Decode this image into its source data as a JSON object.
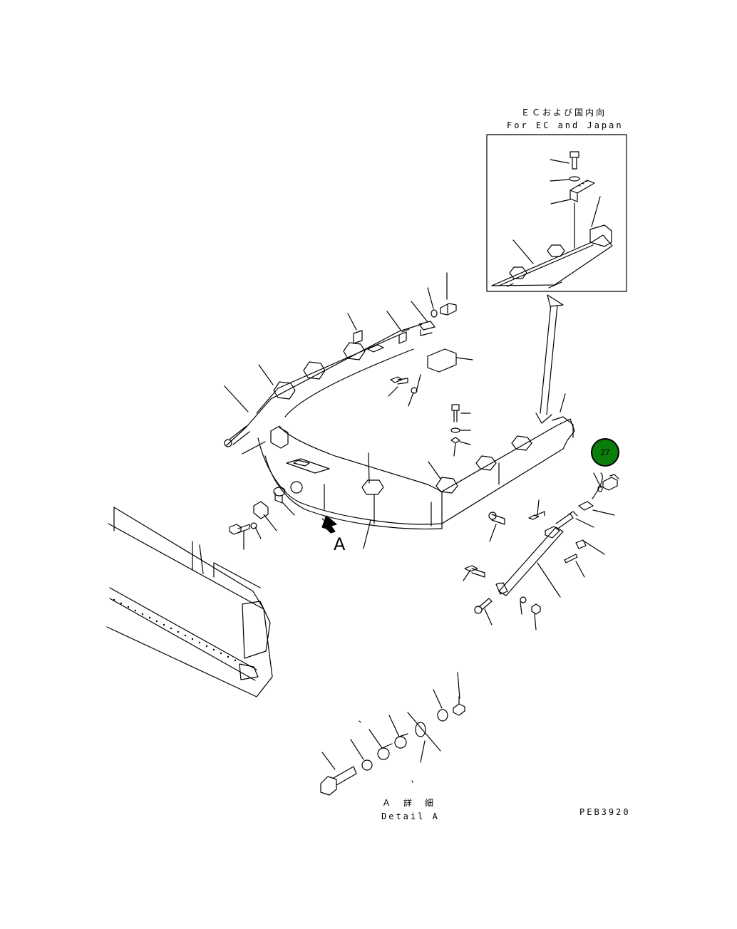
{
  "inset": {
    "title_jp": "ＥＣおよび国内向",
    "title_en": "For EC and Japan"
  },
  "view_marker": {
    "letter": "A"
  },
  "detail": {
    "title_jp": "Ａ　詳　細",
    "title_en": "Detail A"
  },
  "drawing_code": "PEB3920",
  "callout": {
    "number": "27",
    "fill_color": "#0b7d0b",
    "border_color": "#000000"
  },
  "colors": {
    "line": "#000000",
    "background": "#ffffff"
  }
}
